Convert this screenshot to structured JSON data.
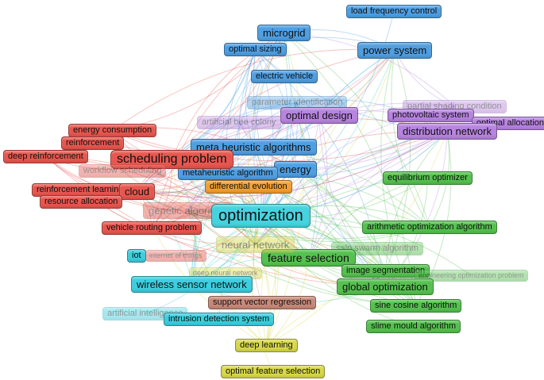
{
  "colors": {
    "red": "#e8574f",
    "blue": "#4f9fe3",
    "green": "#55c24f",
    "purple": "#b784e0",
    "yellow": "#d9d94a",
    "cyan": "#3ccfe0",
    "orange": "#f5a030",
    "brown": "#c98a7a",
    "center": "#45d4df"
  },
  "nodes": {
    "load_frequency_control": "load frequency control",
    "microgrid": "microgrid",
    "optimal_sizing": "optimal sizing",
    "power_system": "power system",
    "electric_vehicle": "electric vehicle",
    "parameter_identification": "parameter identification",
    "partial_shading_condition": "partial shading condition",
    "photovoltaic_system": "photovoltaic system",
    "optimal_design": "optimal design",
    "artificial_bee_colony": "artificial bee colony",
    "optimal_allocation": "optimal allocation",
    "distribution_network": "distribution network",
    "energy_consumption": "energy consumption",
    "reinforcement": "reinforcement",
    "meta_heuristic_algorithms": "meta heuristic algorithms",
    "deep_reinforcement": "deep reinforcement",
    "scheduling_problem": "scheduling problem",
    "energy": "energy",
    "workflow_scheduling": "workflow scheduling",
    "metaheuristic_algorithm": "metaheuristic algorithm",
    "equilibrium_optimizer": "equilibrium optimizer",
    "reinforcement_learning": "reinforcement learning",
    "cloud": "cloud",
    "differential_evolution": "differential evolution",
    "resource_allocation": "resource allocation",
    "genetic_algorithm": "genetic algorithm",
    "optimization": "optimization",
    "arithmetic_optimization_algorithm": "arithmetic optimization algorithm",
    "vehicle_routing_problem": "vehicle routing problem",
    "neural_network": "neural network",
    "salp_swarm_algorithm": "salp swarm algorithm",
    "iot": "iot",
    "internet_of_things": "internet of things",
    "feature_selection": "feature selection",
    "image_segmentation": "image segmentation",
    "deep_neural_network": "deep neural network",
    "engineering_optimization_problem": "engineering optimization problem",
    "wireless_sensor_network": "wireless sensor network",
    "global_optimization": "global optimization",
    "support_vector_regression": "support vector regression",
    "sine_cosine_algorithm": "sine cosine algorithm",
    "artificial_intelligence": "artificial intelligence",
    "intrusion_detection_system": "intrusion detection system",
    "slime_mould_algorithm": "slime mould algorithm",
    "deep_learning": "deep learning",
    "optimal_feature_selection": "optimal feature selection"
  }
}
